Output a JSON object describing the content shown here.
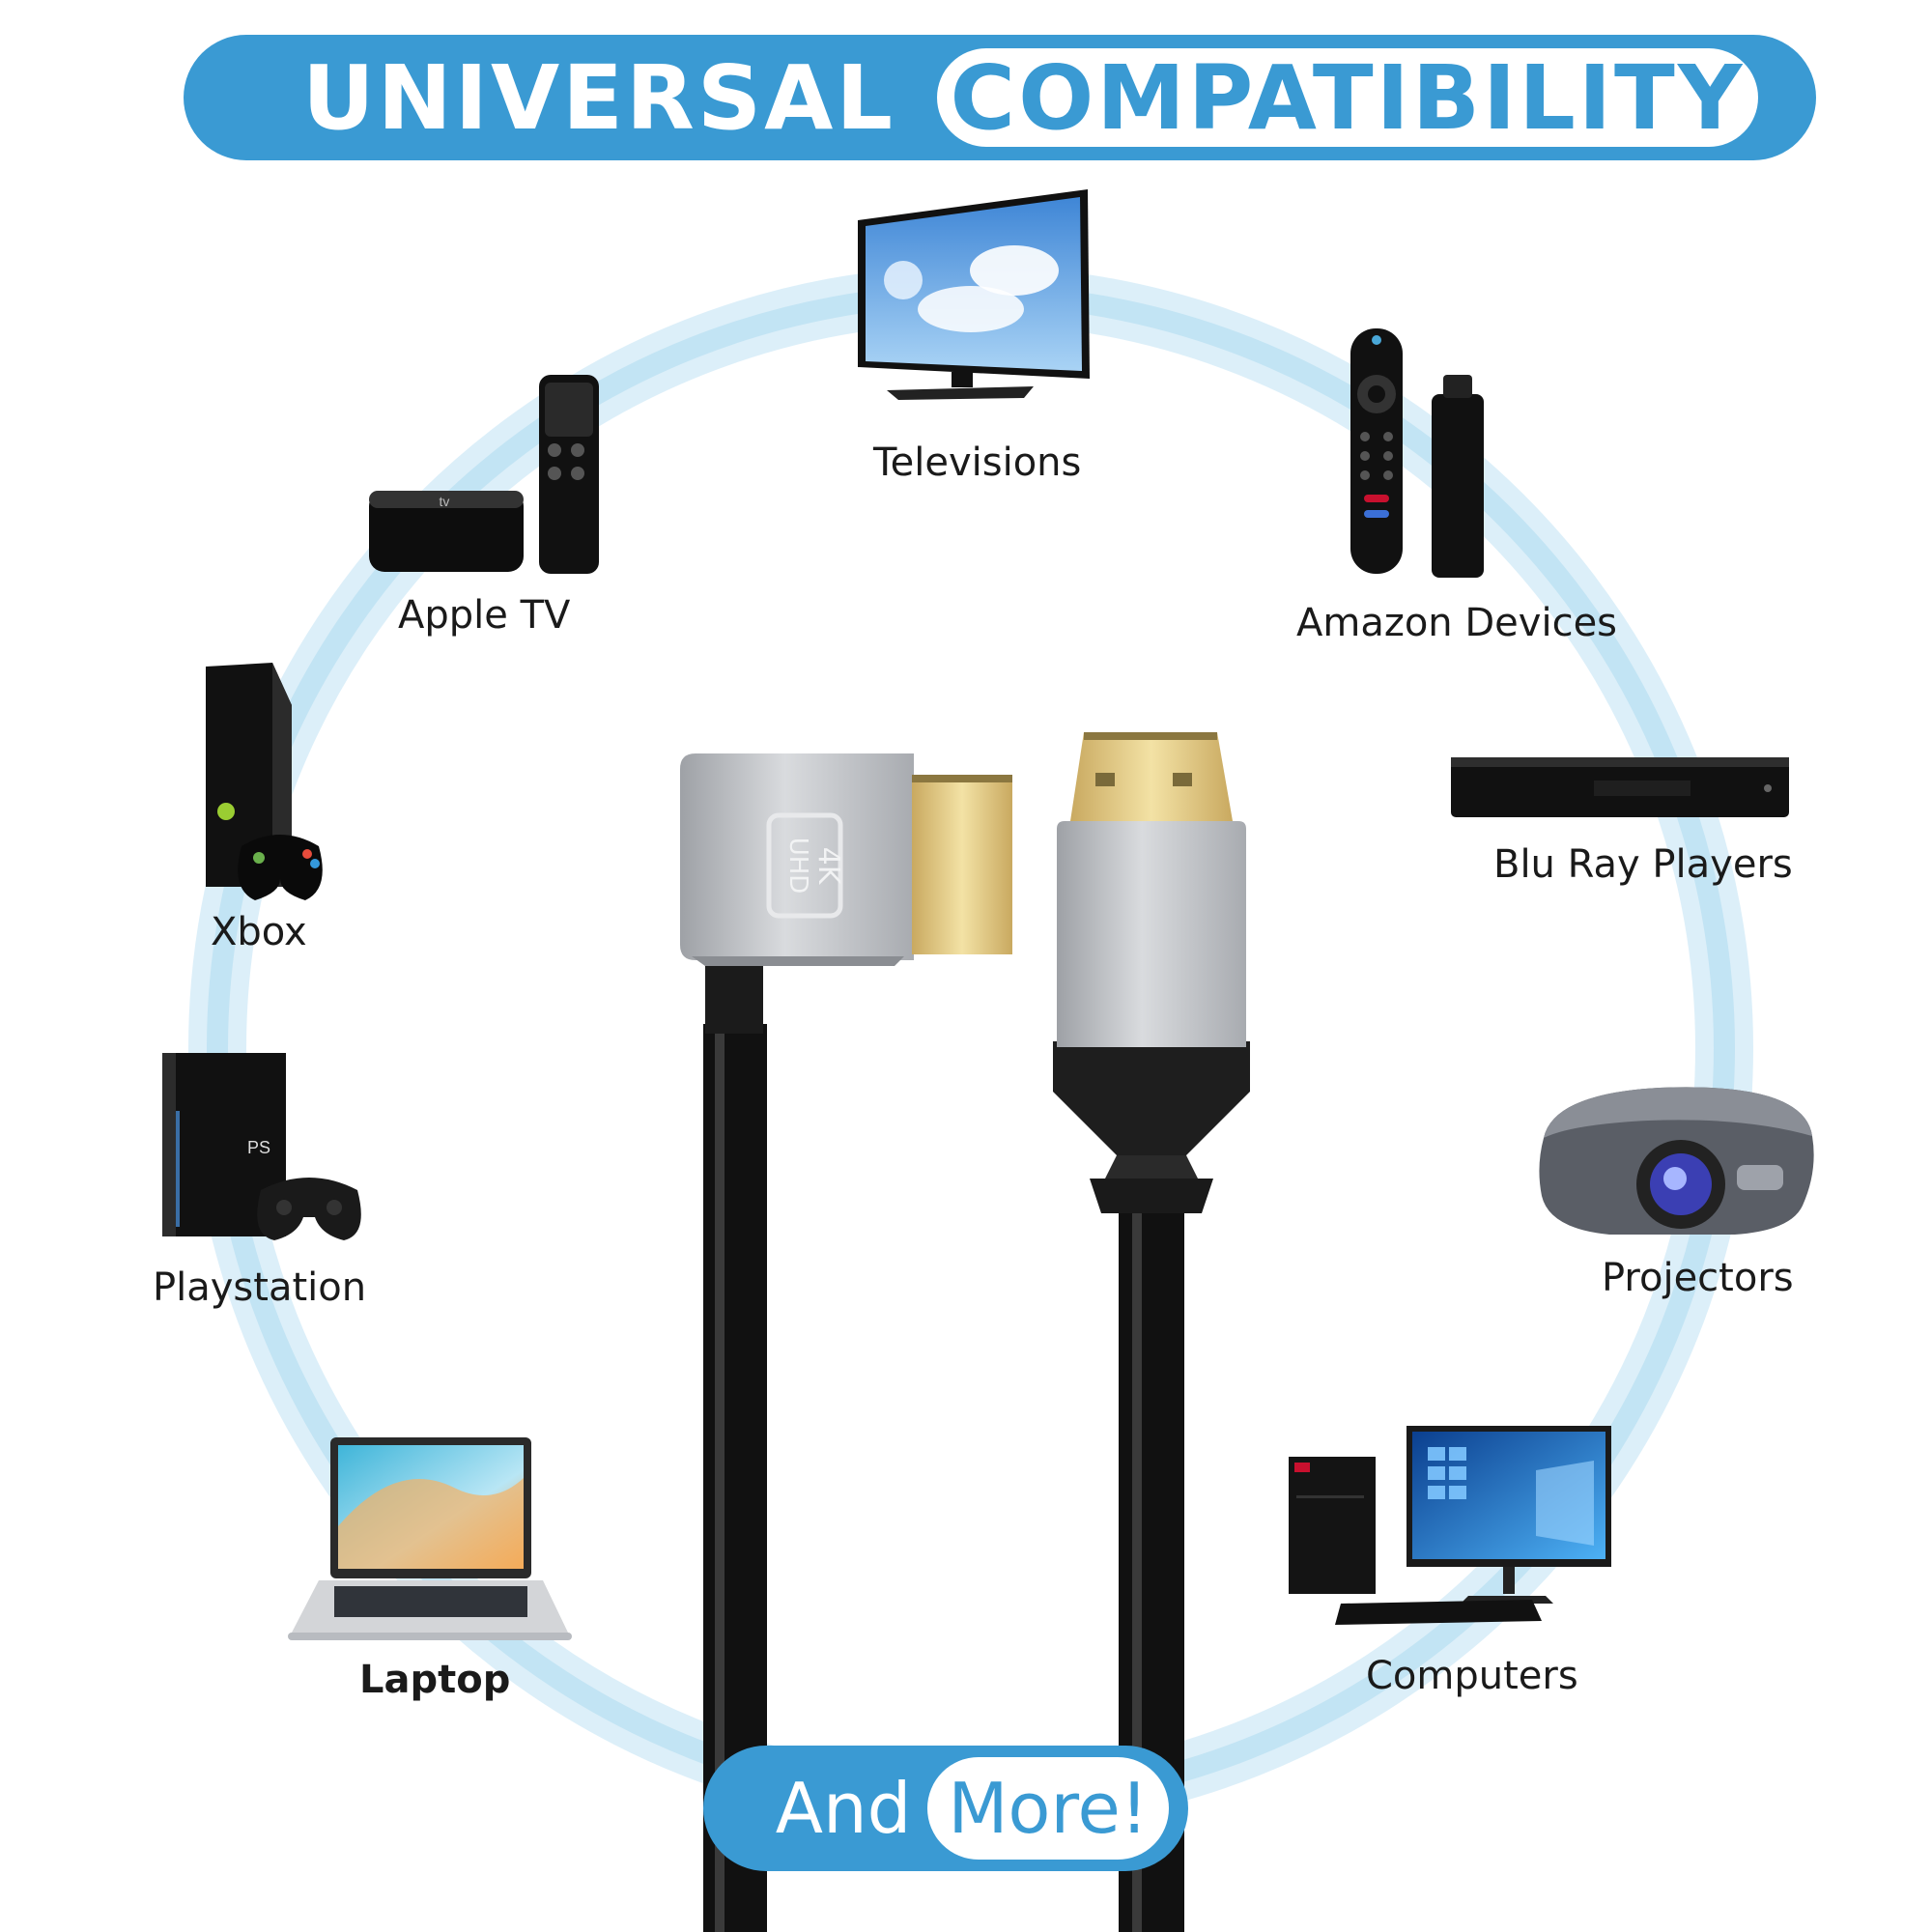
{
  "banner": {
    "left_text": "UNIVERSAL",
    "right_text": "COMPATIBILITY"
  },
  "devices": [
    {
      "label": "Televisions"
    },
    {
      "label": "Apple TV"
    },
    {
      "label": "Amazon Devices"
    },
    {
      "label": "Xbox"
    },
    {
      "label": "Blu Ray Players"
    },
    {
      "label": "Playstation"
    },
    {
      "label": "Projectors"
    },
    {
      "label": "Laptop"
    },
    {
      "label": "Computers"
    }
  ],
  "connector_badge": {
    "line1": "4K",
    "line2": "UHD"
  },
  "footer": {
    "left_text": "And",
    "right_text": "More!"
  },
  "colors": {
    "accent": "#3a9ad3",
    "glow": "#bfe2f3"
  }
}
